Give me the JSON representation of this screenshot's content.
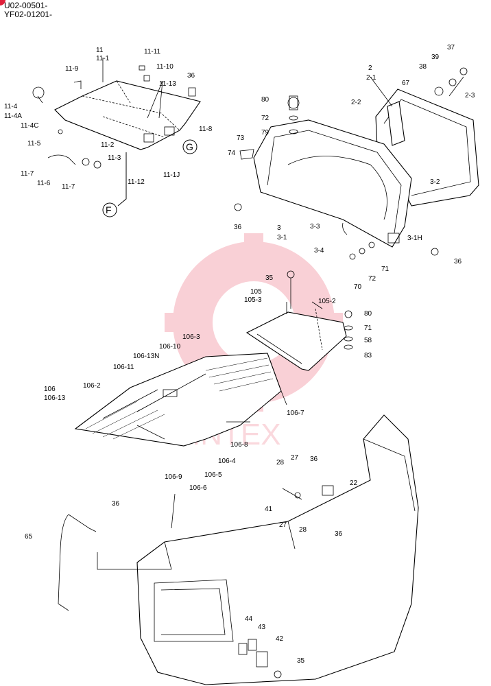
{
  "header": {
    "serial_line_1": "U02-00501-",
    "serial_line_2": "YF02-01201-"
  },
  "callouts": {
    "F": "F",
    "G": "G"
  },
  "watermark": {
    "text": "INTEX",
    "color": "#e8304a"
  },
  "accent": {
    "badge_color": "#e0203a"
  },
  "labels": {
    "p11": "11",
    "p11_1": "11-1",
    "p11_11": "11-11",
    "p11_10": "11-10",
    "p11_9": "11-9",
    "p11_13": "11-13",
    "p36a": "36",
    "p11_4": "11-4",
    "p11_4A": "11-4A",
    "p11_4C": "11-4C",
    "p11_5": "11-5",
    "p11_8": "11-8",
    "p11_2": "11-2",
    "p11_3": "11-3",
    "p11_7a": "11-7",
    "p11_6": "11-6",
    "p11_7b": "11-7",
    "p11_12": "11-12",
    "p11_1J": "11-1J",
    "p2": "2",
    "p2_1": "2-1",
    "p37": "37",
    "p39": "39",
    "p38": "38",
    "p67": "67",
    "p2_2": "2-2",
    "p2_3": "2-3",
    "p80a": "80",
    "p72a": "72",
    "p79": "79",
    "p73": "73",
    "p74": "74",
    "p3_2": "3-2",
    "p36b": "36",
    "p3": "3",
    "p3_1": "3-1",
    "p3_3": "3-3",
    "p3_4": "3-4",
    "p3_1H": "3-1H",
    "p36c": "36",
    "p71a": "71",
    "p72b": "72",
    "p70": "70",
    "p35a": "35",
    "p105": "105",
    "p105_3": "105-3",
    "p105_2": "105-2",
    "p80b": "80",
    "p71b": "71",
    "p58": "58",
    "p83": "83",
    "p106_3": "106-3",
    "p106_10": "106-10",
    "p106_13N": "106-13N",
    "p106_11": "106-11",
    "p106": "106",
    "p106_13": "106-13",
    "p106_2": "106-2",
    "p106_7": "106-7",
    "p106_8": "106-8",
    "p106_4": "106-4",
    "p106_5": "106-5",
    "p106_9": "106-9",
    "p106_6": "106-6",
    "p28a": "28",
    "p27a": "27",
    "p36d": "36",
    "p22": "22",
    "p41": "41",
    "p27b": "27",
    "p28b": "28",
    "p36e": "36",
    "p36f": "36",
    "p65": "65",
    "p44": "44",
    "p43": "43",
    "p42": "42",
    "p35b": "35"
  }
}
